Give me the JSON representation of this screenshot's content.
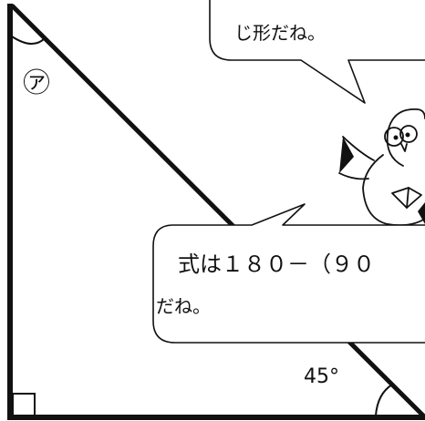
{
  "bubble_top": {
    "line1": "じ形だね。"
  },
  "bubble_bottom": {
    "line1": "式は１８０－（９０",
    "line2": "だね。"
  },
  "angle_marker": {
    "label": "㋐"
  },
  "angle_label": {
    "value": "45°"
  },
  "mascot": {
    "icon": "owl-reading-book-icon"
  }
}
